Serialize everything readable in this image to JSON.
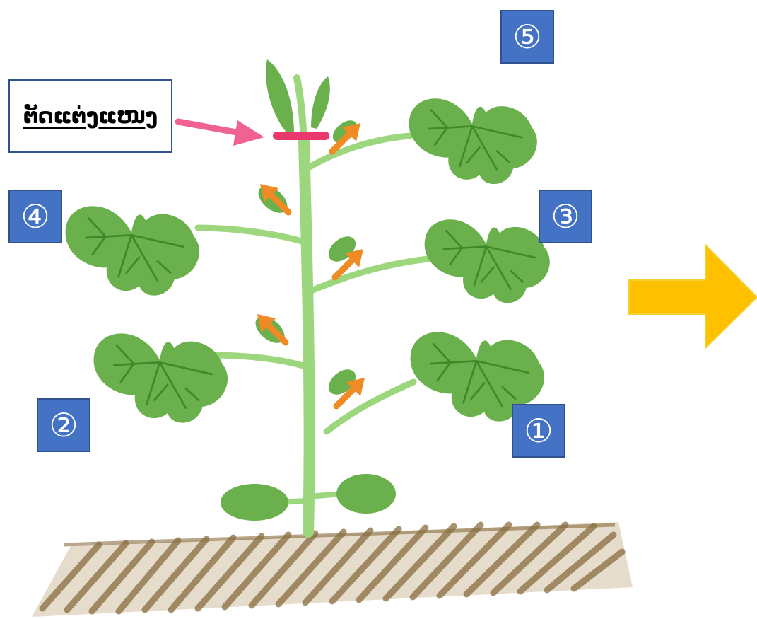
{
  "callout": {
    "text": "ຕັດແຕ່ງແໜງ"
  },
  "markers": [
    {
      "label": "①",
      "target": "leaf-lower-right"
    },
    {
      "label": "②",
      "target": "leaf-lower-left"
    },
    {
      "label": "③",
      "target": "leaf-middle-right"
    },
    {
      "label": "④",
      "target": "leaf-upper-left"
    },
    {
      "label": "⑤",
      "target": "leaf-top-right"
    }
  ],
  "colors": {
    "marker_fill": "#4472c4",
    "marker_border": "#2f528f",
    "leaf": "#6ab04c",
    "leaf_dark": "#3e8a2a",
    "stem": "#9cd77e",
    "bud_arrow": "#f08a24",
    "cut_mark": "#e8386d",
    "pointer_arrow": "#f06292",
    "next_arrow": "#ffc000",
    "soil": "#9c8456"
  },
  "icons": {
    "pointer": "pink-arrow-icon",
    "next": "yellow-right-arrow-icon",
    "bud": "orange-arrow-icon"
  }
}
